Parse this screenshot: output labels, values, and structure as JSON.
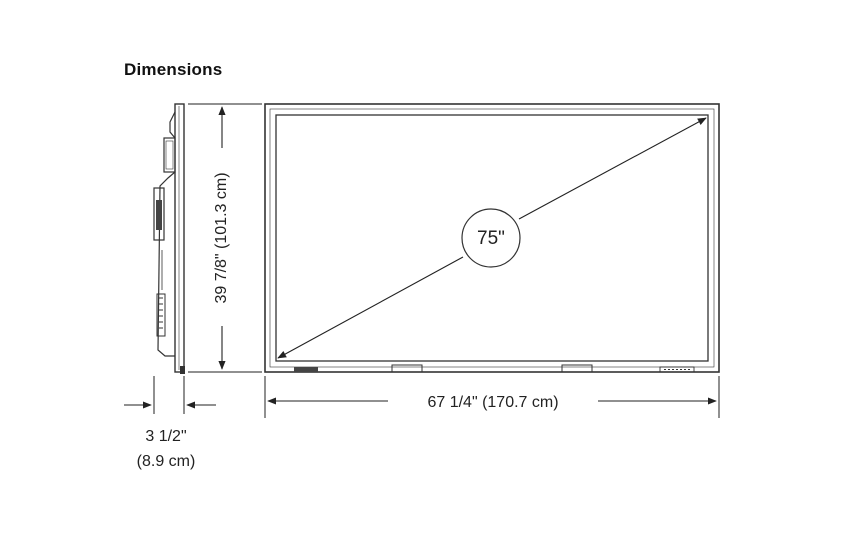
{
  "title": "Dimensions",
  "diagonal": "75\"",
  "height_label": "39 7/8\" (101.3 cm)",
  "width_label": "67 1/4\" (170.7 cm)",
  "depth_label_line1": "3 1/2\"",
  "depth_label_line2": "(8.9 cm)"
}
